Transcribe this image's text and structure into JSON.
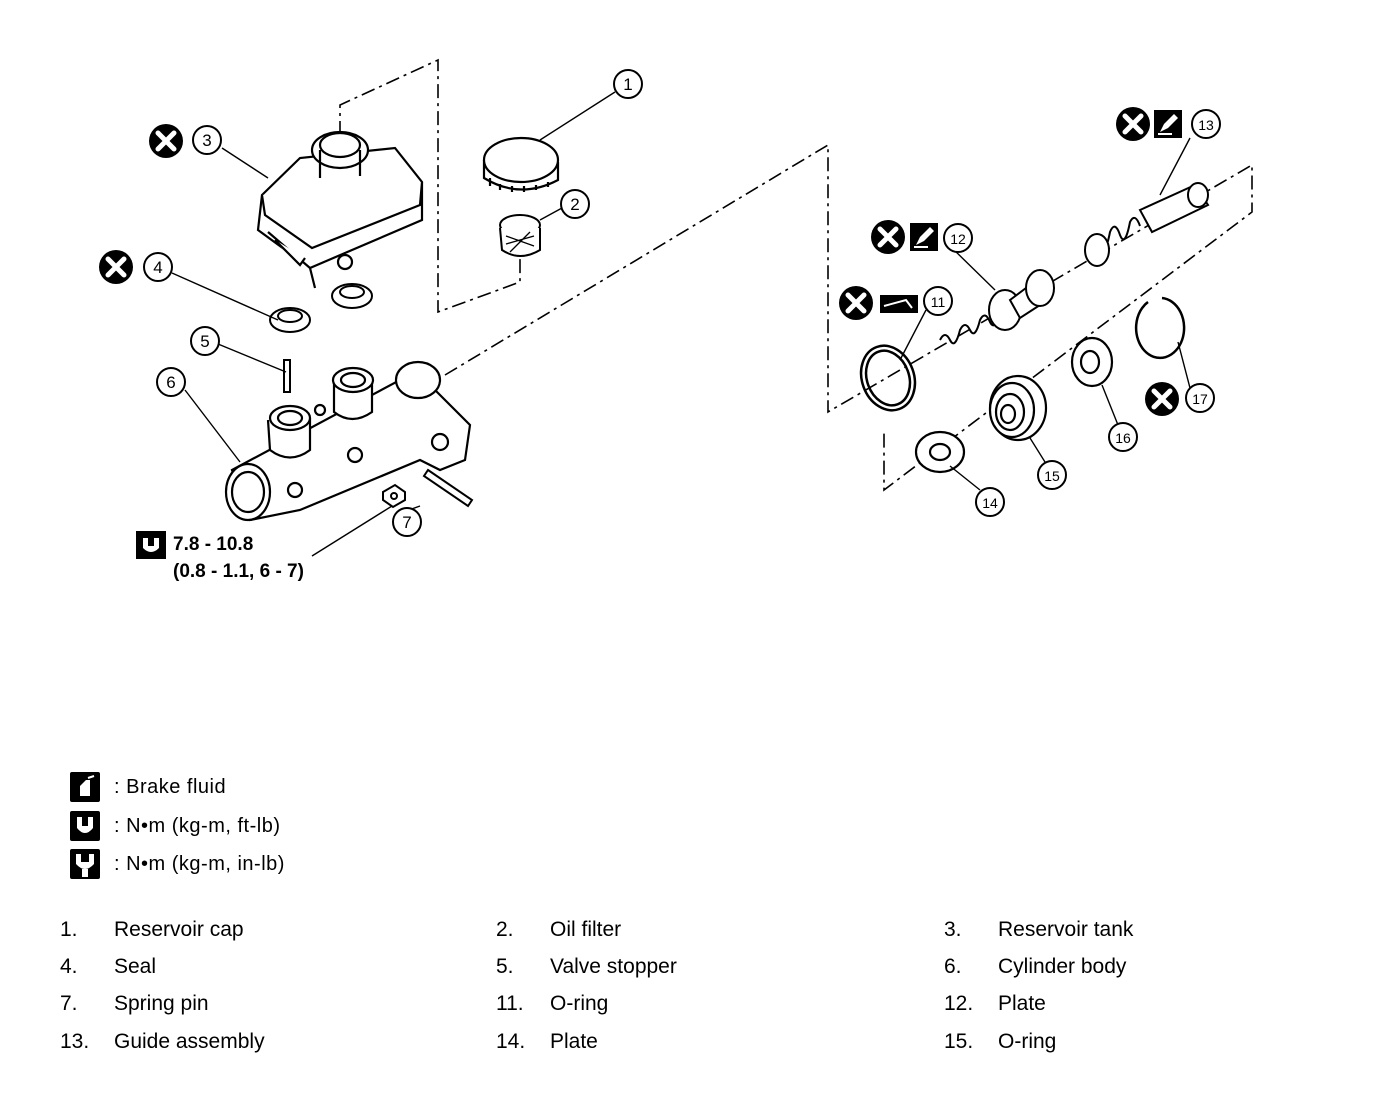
{
  "diagram": {
    "callouts": [
      "1",
      "2",
      "3",
      "4",
      "5",
      "6",
      "7",
      "11",
      "12",
      "13",
      "14",
      "15",
      "16",
      "17"
    ],
    "torque_spec": {
      "line1": "7.8 - 10.8",
      "line2": "(0.8 - 1.1, 6 - 7)"
    },
    "icons": [
      "replace-part-icon",
      "grease-icon",
      "brake-fluid-icon",
      "torque-wrench-icon"
    ]
  },
  "legend": {
    "brake_fluid": ": Brake fluid",
    "torque_ft_lb": ":  N•m  (kg-m,  ft-lb)",
    "torque_in_lb": ":  N•m  (kg-m,  in-lb)"
  },
  "parts": [
    {
      "num": "1.",
      "name": "Reservoir cap"
    },
    {
      "num": "2.",
      "name": "Oil filter"
    },
    {
      "num": "3.",
      "name": "Reservoir tank"
    },
    {
      "num": "4.",
      "name": "Seal"
    },
    {
      "num": "5.",
      "name": "Valve stopper"
    },
    {
      "num": "6.",
      "name": "Cylinder body"
    },
    {
      "num": "7.",
      "name": "Spring pin"
    },
    {
      "num": "11.",
      "name": "O-ring"
    },
    {
      "num": "12.",
      "name": "Plate"
    },
    {
      "num": "13.",
      "name": "Guide assembly"
    },
    {
      "num": "14.",
      "name": "Plate"
    },
    {
      "num": "15.",
      "name": "O-ring"
    }
  ]
}
